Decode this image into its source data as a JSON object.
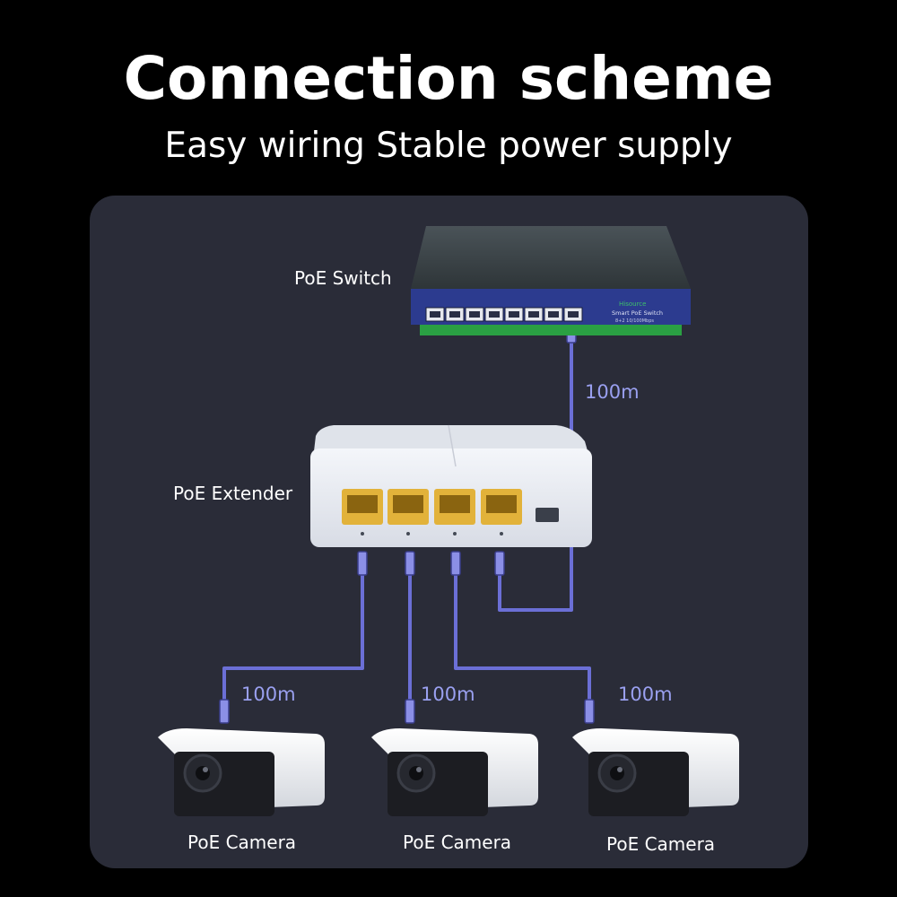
{
  "header": {
    "title": "Connection  scheme",
    "subtitle": "Easy wiring Stable power supply"
  },
  "devices": {
    "switch": {
      "label": "PoE Switch",
      "brand": "Hisource",
      "model": "Smart PoE Switch",
      "spec": "8+2 10/100Mbps"
    },
    "extender": {
      "label": "PoE Extender"
    },
    "cameras": [
      {
        "label": "PoE Camera"
      },
      {
        "label": "PoE Camera"
      },
      {
        "label": "PoE Camera"
      }
    ]
  },
  "cables": [
    {
      "length": "100m"
    },
    {
      "length": "100m"
    },
    {
      "length": "100m"
    },
    {
      "length": "100m"
    }
  ],
  "colors": {
    "background": "#000000",
    "panel": "#2a2c38",
    "cable": "#6b6fd6",
    "cable_label": "#9aa0f0",
    "switch_front": "#2c3b8f",
    "switch_base": "#2aa043",
    "extender_body": "#e9ecf2",
    "port_gold": "#e2b23a"
  }
}
